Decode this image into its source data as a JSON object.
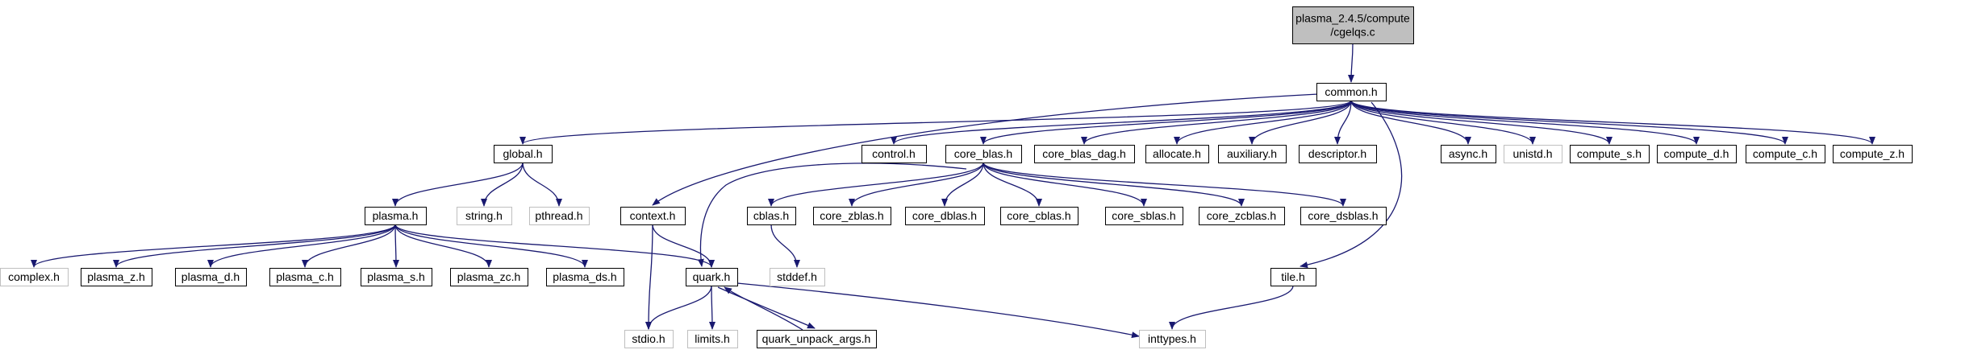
{
  "colors": {
    "edge": "#191970",
    "box_border": "#000000",
    "box_border_missing": "#bfbfbf",
    "root_fill": "#bfbfbf",
    "box_fill": "#ffffff"
  },
  "nodes": [
    {
      "id": "root",
      "lines": [
        "plasma_2.4.5/compute",
        "/cgelqs.c"
      ],
      "kind": "root"
    },
    {
      "id": "common_h",
      "lines": [
        "common.h"
      ],
      "kind": "normal"
    },
    {
      "id": "global_h",
      "lines": [
        "global.h"
      ],
      "kind": "normal"
    },
    {
      "id": "control_h",
      "lines": [
        "control.h"
      ],
      "kind": "normal"
    },
    {
      "id": "core_blas_h",
      "lines": [
        "core_blas.h"
      ],
      "kind": "normal"
    },
    {
      "id": "core_blas_dag_h",
      "lines": [
        "core_blas_dag.h"
      ],
      "kind": "normal"
    },
    {
      "id": "allocate_h",
      "lines": [
        "allocate.h"
      ],
      "kind": "normal"
    },
    {
      "id": "auxiliary_h",
      "lines": [
        "auxiliary.h"
      ],
      "kind": "normal"
    },
    {
      "id": "descriptor_h",
      "lines": [
        "descriptor.h"
      ],
      "kind": "normal"
    },
    {
      "id": "async_h",
      "lines": [
        "async.h"
      ],
      "kind": "normal"
    },
    {
      "id": "unistd_h",
      "lines": [
        "unistd.h"
      ],
      "kind": "missing"
    },
    {
      "id": "compute_s_h",
      "lines": [
        "compute_s.h"
      ],
      "kind": "normal"
    },
    {
      "id": "compute_d_h",
      "lines": [
        "compute_d.h"
      ],
      "kind": "normal"
    },
    {
      "id": "compute_c_h",
      "lines": [
        "compute_c.h"
      ],
      "kind": "normal"
    },
    {
      "id": "compute_z_h",
      "lines": [
        "compute_z.h"
      ],
      "kind": "normal"
    },
    {
      "id": "plasma_h",
      "lines": [
        "plasma.h"
      ],
      "kind": "normal"
    },
    {
      "id": "string_h",
      "lines": [
        "string.h"
      ],
      "kind": "missing"
    },
    {
      "id": "pthread_h",
      "lines": [
        "pthread.h"
      ],
      "kind": "missing"
    },
    {
      "id": "context_h",
      "lines": [
        "context.h"
      ],
      "kind": "normal"
    },
    {
      "id": "cblas_h",
      "lines": [
        "cblas.h"
      ],
      "kind": "normal"
    },
    {
      "id": "core_zblas_h",
      "lines": [
        "core_zblas.h"
      ],
      "kind": "normal"
    },
    {
      "id": "core_dblas_h",
      "lines": [
        "core_dblas.h"
      ],
      "kind": "normal"
    },
    {
      "id": "core_cblas_h",
      "lines": [
        "core_cblas.h"
      ],
      "kind": "normal"
    },
    {
      "id": "core_sblas_h",
      "lines": [
        "core_sblas.h"
      ],
      "kind": "normal"
    },
    {
      "id": "core_zcblas_h",
      "lines": [
        "core_zcblas.h"
      ],
      "kind": "normal"
    },
    {
      "id": "core_dsblas_h",
      "lines": [
        "core_dsblas.h"
      ],
      "kind": "normal"
    },
    {
      "id": "complex_h",
      "lines": [
        "complex.h"
      ],
      "kind": "missing"
    },
    {
      "id": "plasma_z_h",
      "lines": [
        "plasma_z.h"
      ],
      "kind": "normal"
    },
    {
      "id": "plasma_d_h",
      "lines": [
        "plasma_d.h"
      ],
      "kind": "normal"
    },
    {
      "id": "plasma_c_h",
      "lines": [
        "plasma_c.h"
      ],
      "kind": "normal"
    },
    {
      "id": "plasma_s_h",
      "lines": [
        "plasma_s.h"
      ],
      "kind": "normal"
    },
    {
      "id": "plasma_zc_h",
      "lines": [
        "plasma_zc.h"
      ],
      "kind": "normal"
    },
    {
      "id": "plasma_ds_h",
      "lines": [
        "plasma_ds.h"
      ],
      "kind": "normal"
    },
    {
      "id": "quark_h",
      "lines": [
        "quark.h"
      ],
      "kind": "normal"
    },
    {
      "id": "stddef_h",
      "lines": [
        "stddef.h"
      ],
      "kind": "missing"
    },
    {
      "id": "tile_h",
      "lines": [
        "tile.h"
      ],
      "kind": "normal"
    },
    {
      "id": "stdio_h",
      "lines": [
        "stdio.h"
      ],
      "kind": "missing"
    },
    {
      "id": "limits_h",
      "lines": [
        "limits.h"
      ],
      "kind": "missing"
    },
    {
      "id": "quark_unpack_args_h",
      "lines": [
        "quark_unpack_args.h"
      ],
      "kind": "normal"
    },
    {
      "id": "inttypes_h",
      "lines": [
        "inttypes.h"
      ],
      "kind": "missing"
    }
  ],
  "edges": [
    {
      "from": "root",
      "to": "common_h"
    },
    {
      "from": "common_h",
      "to": "global_h"
    },
    {
      "from": "common_h",
      "to": "context_h"
    },
    {
      "from": "common_h",
      "to": "control_h"
    },
    {
      "from": "common_h",
      "to": "core_blas_h"
    },
    {
      "from": "common_h",
      "to": "core_blas_dag_h"
    },
    {
      "from": "common_h",
      "to": "allocate_h"
    },
    {
      "from": "common_h",
      "to": "auxiliary_h"
    },
    {
      "from": "common_h",
      "to": "descriptor_h"
    },
    {
      "from": "common_h",
      "to": "tile_h"
    },
    {
      "from": "common_h",
      "to": "async_h"
    },
    {
      "from": "common_h",
      "to": "unistd_h"
    },
    {
      "from": "common_h",
      "to": "compute_s_h"
    },
    {
      "from": "common_h",
      "to": "compute_d_h"
    },
    {
      "from": "common_h",
      "to": "compute_c_h"
    },
    {
      "from": "common_h",
      "to": "compute_z_h"
    },
    {
      "from": "global_h",
      "to": "plasma_h"
    },
    {
      "from": "global_h",
      "to": "string_h"
    },
    {
      "from": "global_h",
      "to": "pthread_h"
    },
    {
      "from": "plasma_h",
      "to": "complex_h"
    },
    {
      "from": "plasma_h",
      "to": "plasma_z_h"
    },
    {
      "from": "plasma_h",
      "to": "plasma_d_h"
    },
    {
      "from": "plasma_h",
      "to": "plasma_c_h"
    },
    {
      "from": "plasma_h",
      "to": "plasma_s_h"
    },
    {
      "from": "plasma_h",
      "to": "plasma_zc_h"
    },
    {
      "from": "plasma_h",
      "to": "plasma_ds_h"
    },
    {
      "from": "plasma_h",
      "to": "quark_h"
    },
    {
      "from": "context_h",
      "to": "quark_h"
    },
    {
      "from": "context_h",
      "to": "stdio_h"
    },
    {
      "from": "core_blas_h",
      "to": "quark_h"
    },
    {
      "from": "core_blas_h",
      "to": "cblas_h"
    },
    {
      "from": "core_blas_h",
      "to": "core_zblas_h"
    },
    {
      "from": "core_blas_h",
      "to": "core_dblas_h"
    },
    {
      "from": "core_blas_h",
      "to": "core_cblas_h"
    },
    {
      "from": "core_blas_h",
      "to": "core_sblas_h"
    },
    {
      "from": "core_blas_h",
      "to": "core_zcblas_h"
    },
    {
      "from": "core_blas_h",
      "to": "core_dsblas_h"
    },
    {
      "from": "cblas_h",
      "to": "stddef_h"
    },
    {
      "from": "quark_h",
      "to": "stdio_h"
    },
    {
      "from": "quark_h",
      "to": "limits_h"
    },
    {
      "from": "quark_h",
      "to": "quark_unpack_args_h"
    },
    {
      "from": "quark_h",
      "to": "inttypes_h"
    },
    {
      "from": "quark_unpack_args_h",
      "to": "quark_h"
    },
    {
      "from": "tile_h",
      "to": "inttypes_h"
    }
  ]
}
